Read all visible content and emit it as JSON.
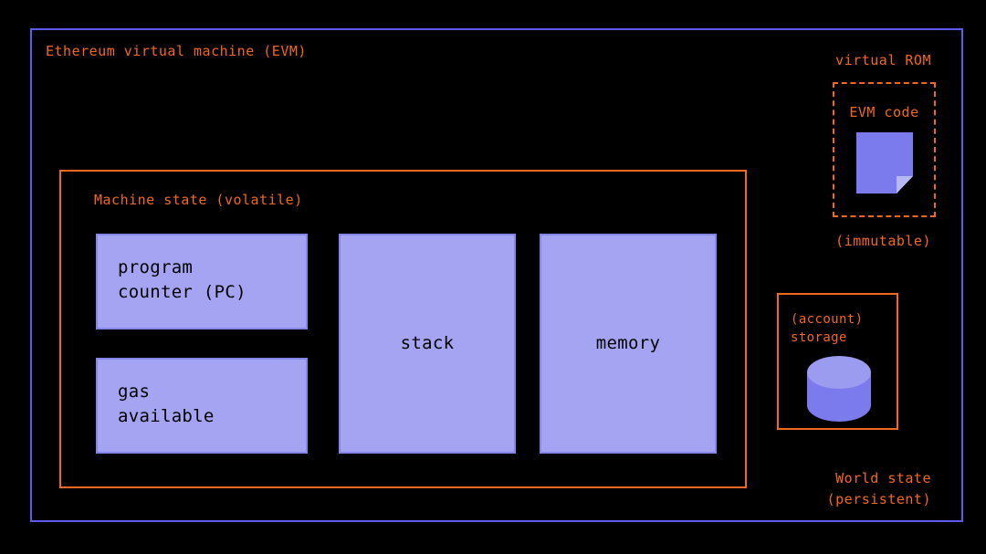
{
  "diagram": {
    "title": "Ethereum virtual machine (EVM)",
    "colors": {
      "background": "#000000",
      "frame_blue": "#5b5bee",
      "accent_orange": "#f2681c",
      "box_fill": "#a4a4f2",
      "box_border": "#8585ea",
      "box_fold": "#b8b8f7"
    },
    "machine_state": {
      "title": "Machine state (volatile)",
      "components": [
        {
          "name": "program-counter",
          "label": "program\ncounter (PC)"
        },
        {
          "name": "gas-available",
          "label": "gas\navailable"
        },
        {
          "name": "stack",
          "label": "stack"
        },
        {
          "name": "memory",
          "label": "memory"
        }
      ]
    },
    "virtual_rom": {
      "heading": "virtual ROM",
      "code_box_title": "EVM code",
      "icon": "document-icon",
      "footnote": "(immutable)"
    },
    "world_state": {
      "storage_title": "(account)\nstorage",
      "icon": "database-cylinder-icon",
      "footnote": "World state\n(persistent)"
    }
  }
}
